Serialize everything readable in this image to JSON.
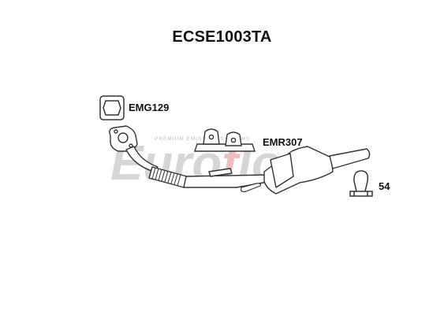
{
  "title": "ECSE1003TA",
  "parts": {
    "gasket": {
      "label": "EMG129",
      "icon": "gasket-icon"
    },
    "rubber_mount": {
      "label": "EMR307",
      "icon": "rubber-mount-icon"
    },
    "clamp": {
      "label": "54",
      "icon": "u-clamp-icon"
    }
  },
  "watermark": {
    "brand": "EuroFlo",
    "tagline": "PREMIUM EMISSION SYSTEMS"
  },
  "colors": {
    "line": "#333333",
    "watermark_gray": "#c8c8c8",
    "watermark_red": "#e8b0ae"
  }
}
